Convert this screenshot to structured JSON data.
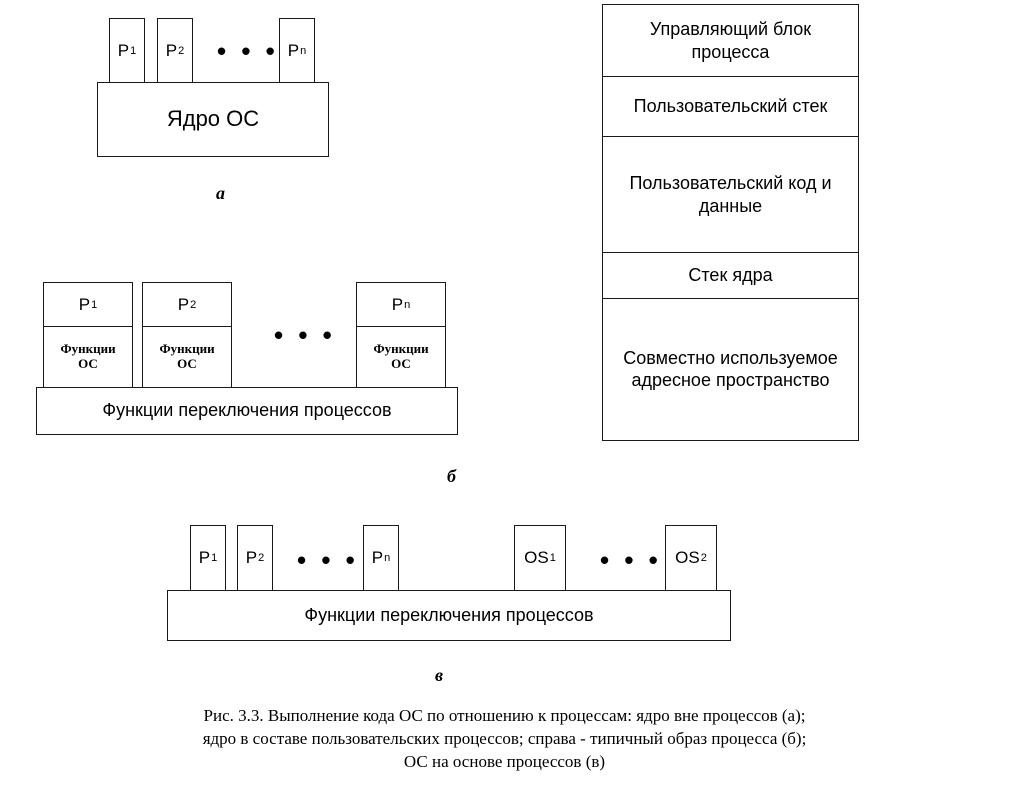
{
  "diagram_a": {
    "p1": {
      "base": "P",
      "sub": "1"
    },
    "p2": {
      "base": "P",
      "sub": "2"
    },
    "pn": {
      "base": "P",
      "sub": "n"
    },
    "dots": "• • •",
    "kernel": "Ядро ОС",
    "letter": "а"
  },
  "diagram_b": {
    "p1": {
      "base": "P",
      "sub": "1"
    },
    "p2": {
      "base": "P",
      "sub": "2"
    },
    "pn": {
      "base": "P",
      "sub": "n"
    },
    "os_func_line1": "Функции",
    "os_func_line2": "ОС",
    "dots": "• • •",
    "switch": "Функции переключения процессов",
    "letter": "б"
  },
  "diagram_c": {
    "p1": {
      "base": "P",
      "sub": "1"
    },
    "p2": {
      "base": "P",
      "sub": "2"
    },
    "pn": {
      "base": "P",
      "sub": "n"
    },
    "os1": {
      "base": "OS",
      "sub": "1"
    },
    "os2": {
      "base": "OS",
      "sub": "2"
    },
    "dots": "• • •",
    "switch": "Функции переключения процессов",
    "letter": "в"
  },
  "process_image": {
    "control_block": "Управляющий блок процесса",
    "user_stack": "Пользовательский стек",
    "user_code": "Пользовательский код и данные",
    "kernel_stack": "Стек ядра",
    "shared_space": "Совместно используемое адресное пространство"
  },
  "caption": {
    "line1": "Рис. 3.3. Выполнение кода ОС по отношению к процессам: ядро вне процессов (а);",
    "line2": "ядро в составе пользовательских процессов; справа - типичный образ процесса (б);",
    "line3": "ОС на основе процессов (в)"
  }
}
